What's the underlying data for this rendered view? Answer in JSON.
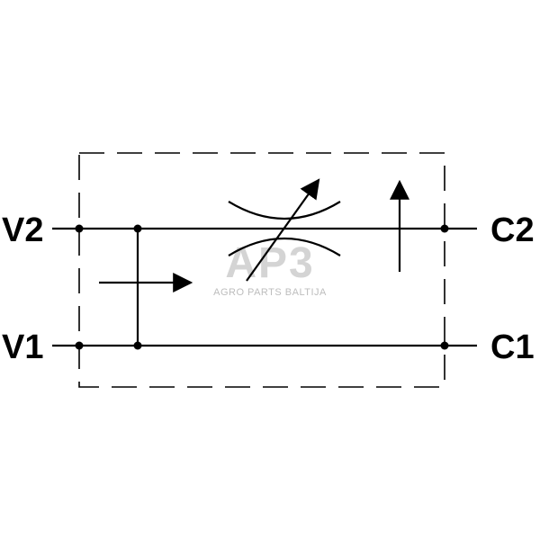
{
  "ports": {
    "v2": "V2",
    "v1": "V1",
    "c2": "C2",
    "c1": "C1"
  },
  "watermark": {
    "logo": "AP3",
    "text": "AGRO PARTS BALTIJA"
  },
  "colors": {
    "line": "#000000",
    "watermark": "#d4d4d4",
    "background": "#ffffff"
  }
}
